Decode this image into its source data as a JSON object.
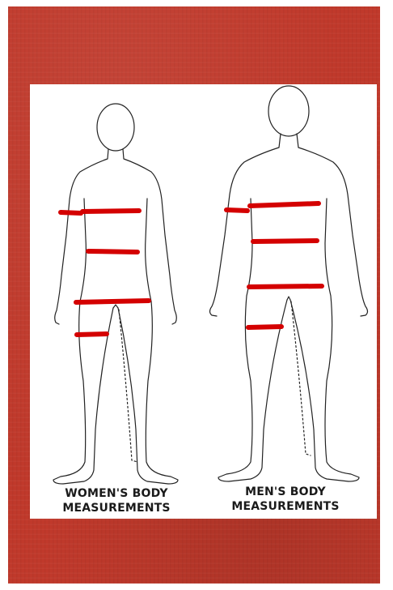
{
  "colors": {
    "frame": "#c0392b",
    "panel": "#ffffff",
    "outline": "#222222",
    "measure": "#d40000"
  },
  "figures": {
    "women": {
      "caption_line1": "WOMEN'S BODY",
      "caption_line2": "MEASUREMENTS"
    },
    "men": {
      "caption_line1": "MEN'S BODY",
      "caption_line2": "MEASUREMENTS"
    }
  }
}
